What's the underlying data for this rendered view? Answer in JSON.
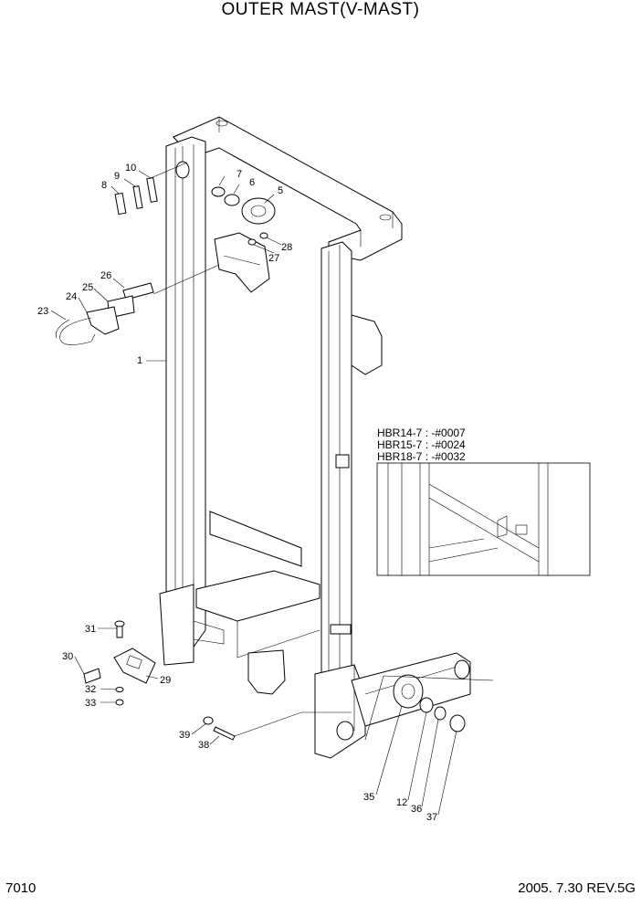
{
  "header": {
    "title": "OUTER MAST(V-MAST)"
  },
  "serial_notes": [
    "HBR14-7 : -#0007",
    "HBR15-7 : -#0024",
    "HBR18-7 : -#0032"
  ],
  "callouts": {
    "c1": "1",
    "c5": "5",
    "c6": "6",
    "c7": "7",
    "c8": "8",
    "c9": "9",
    "c10": "10",
    "c12": "12",
    "c23": "23",
    "c24": "24",
    "c25": "25",
    "c26": "26",
    "c27": "27",
    "c28": "28",
    "c29": "29",
    "c30": "30",
    "c31": "31",
    "c32": "32",
    "c33": "33",
    "c35": "35",
    "c36": "36",
    "c37": "37",
    "c38": "38",
    "c39": "39"
  },
  "footer": {
    "page_code": "7010",
    "revision": "2005. 7.30 REV.5G"
  }
}
